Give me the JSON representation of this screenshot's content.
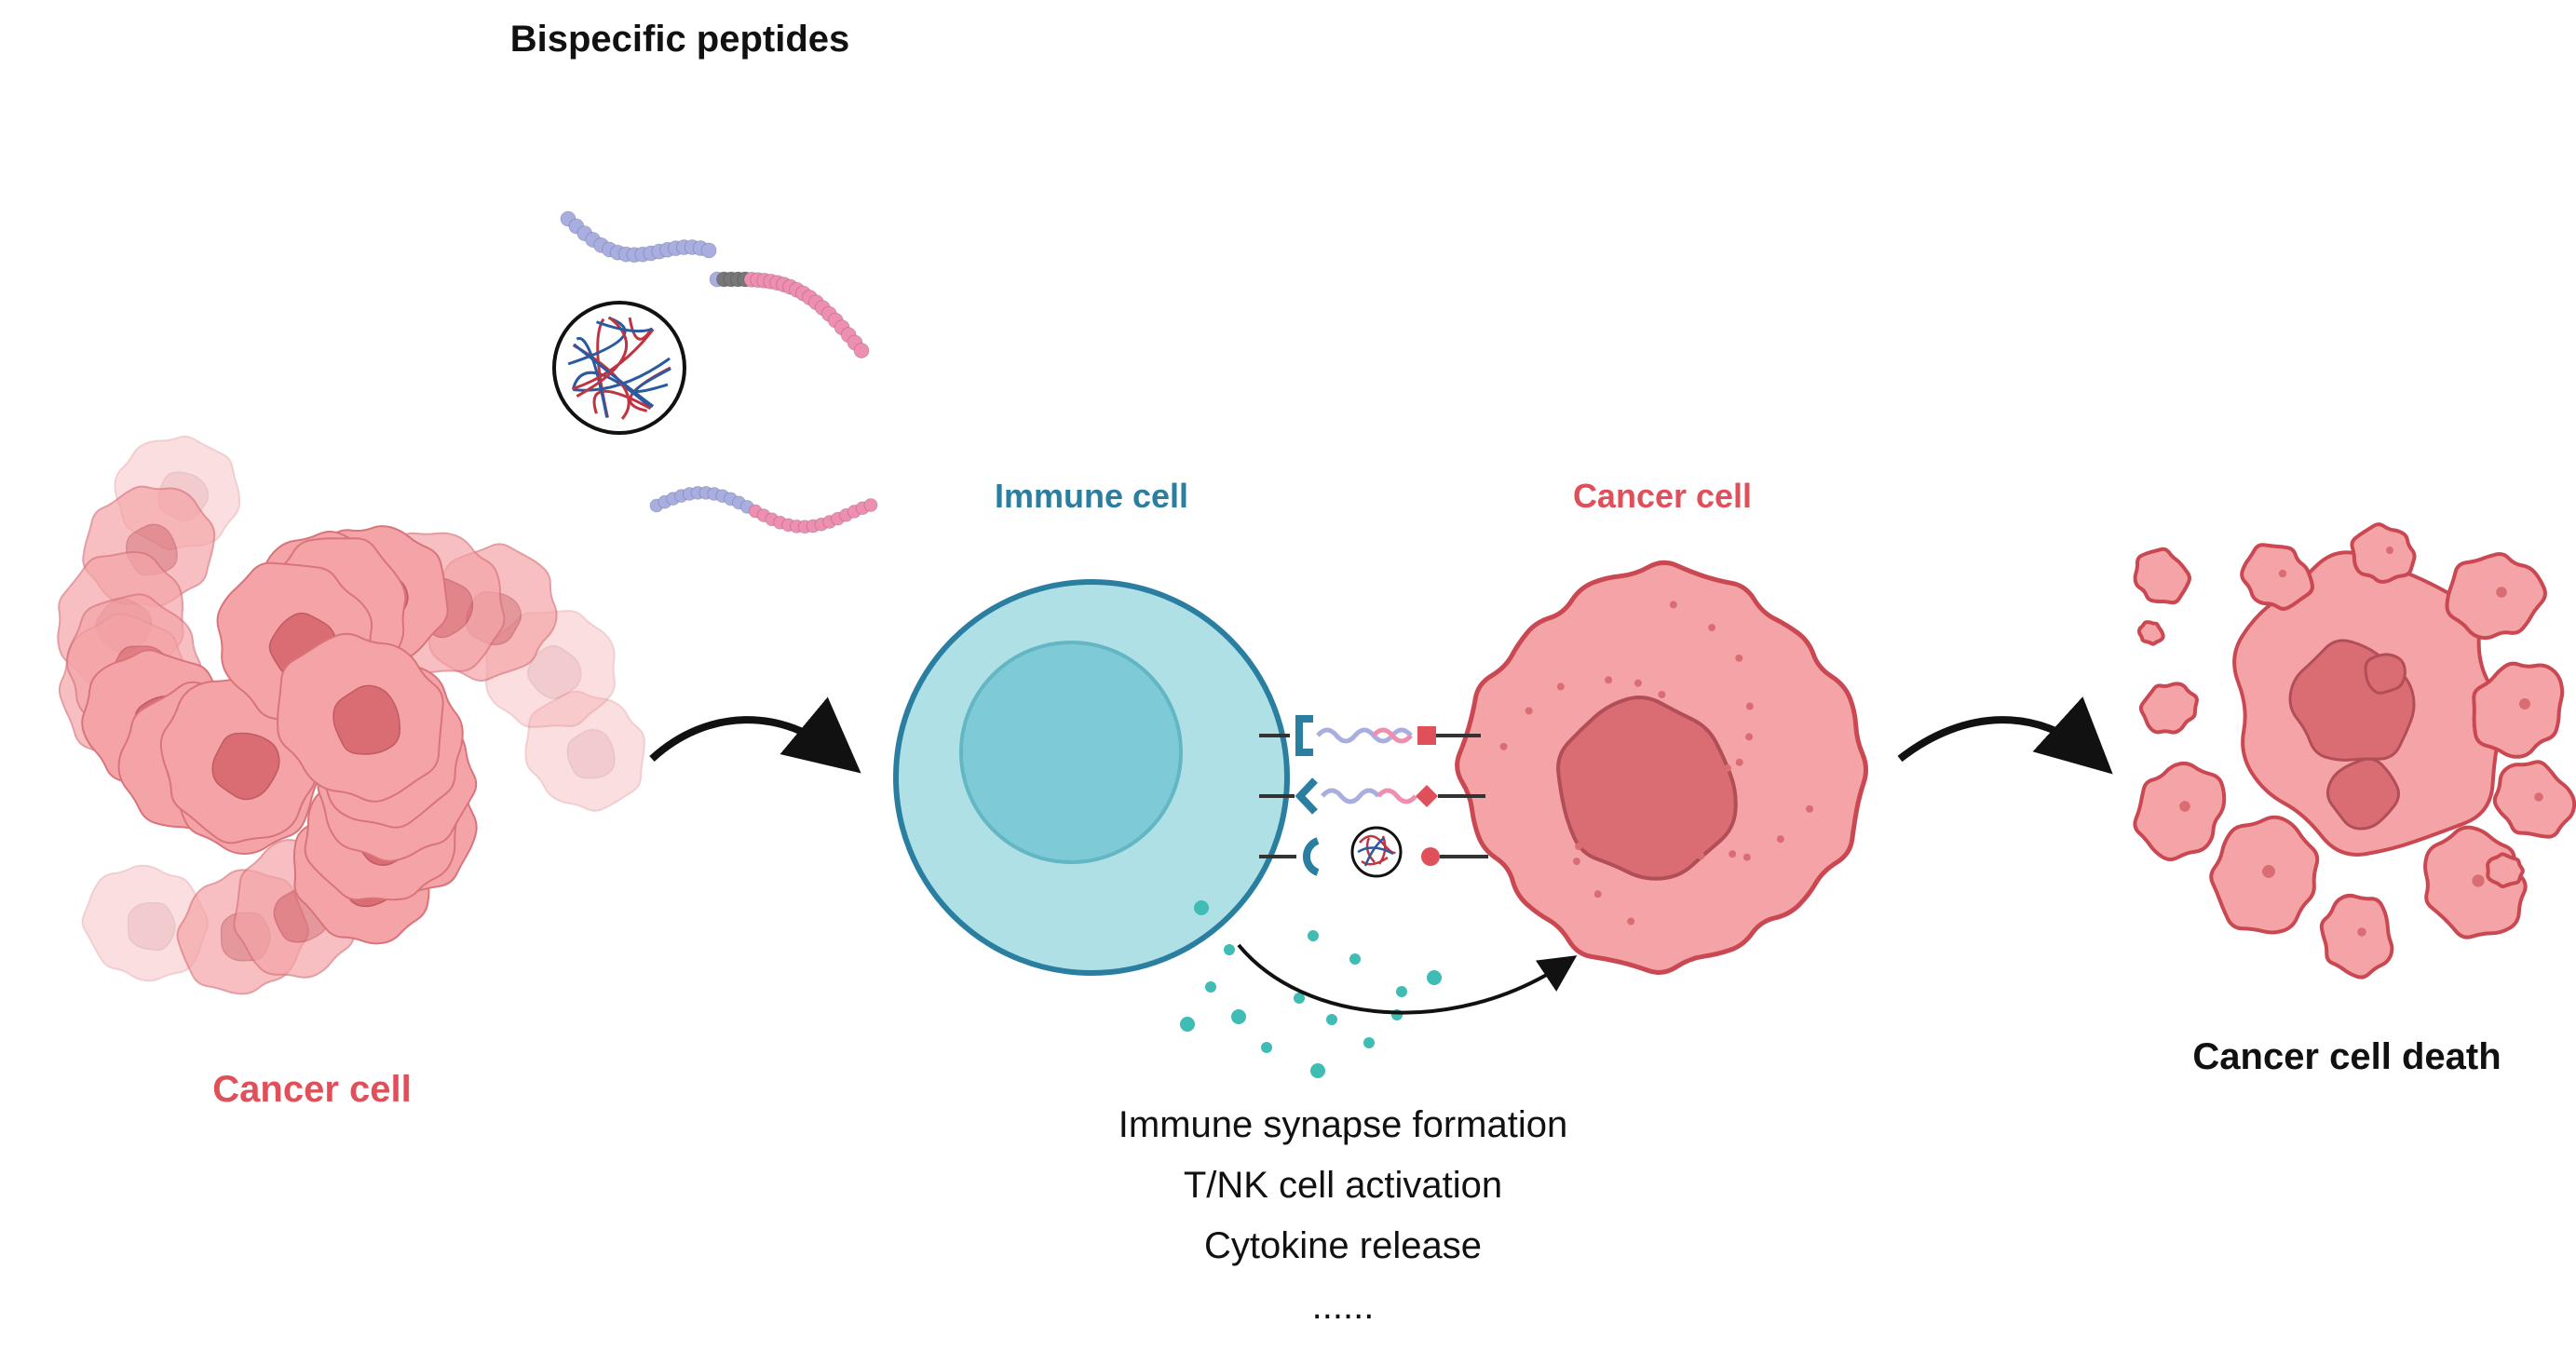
{
  "labels": {
    "title": "Bispecific peptides",
    "left_cell": "Cancer cell",
    "immune_cell": "Immune cell",
    "target_cell": "Cancer cell",
    "result": "Cancer cell death"
  },
  "effects": [
    "Immune synapse formation",
    "T/NK cell activation",
    "Cytokine release",
    "......"
  ],
  "colors": {
    "immune_blue": "#2a7fa0",
    "immune_fill": "#aee0e6",
    "nucleus_blue": "#7ecbd7",
    "cancer_red": "#e0505a",
    "cancer_fill": "#f4a4a7",
    "cancer_nucleus": "#d96d73",
    "peptide_blue": "#a8aee0",
    "peptide_pink": "#ee8fb1",
    "cytokine": "#3fbcb4"
  }
}
